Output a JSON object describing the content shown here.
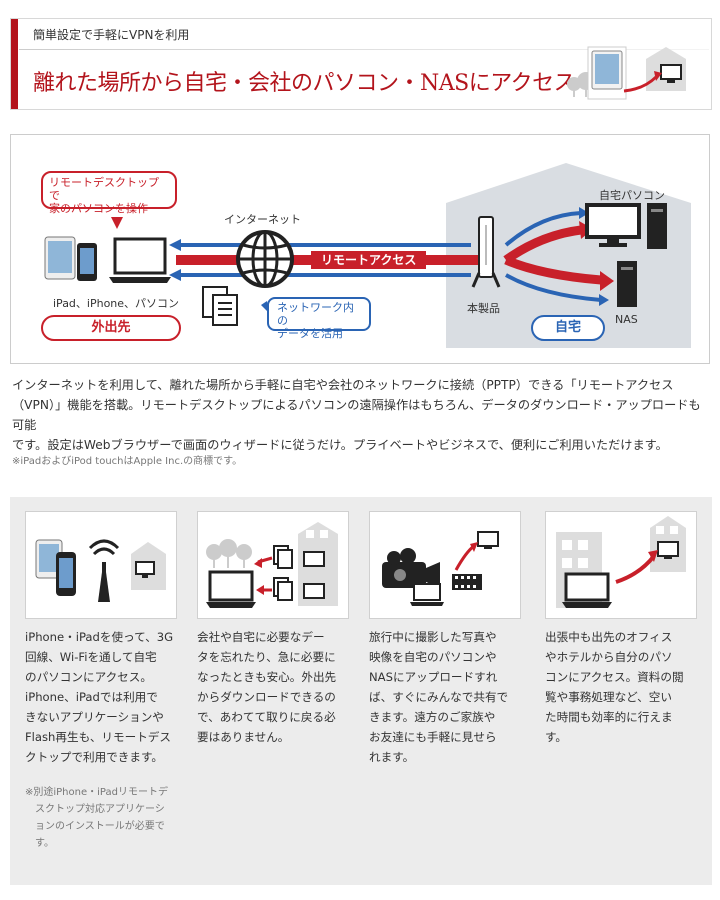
{
  "header": {
    "subtitle": "簡単設定で手軽にVPNを利用",
    "title": "離れた場所から自宅・会社のパソコン・NASにアクセス"
  },
  "diagram": {
    "callout_remote": "リモートデスクトップで\n家のパソコンを操作",
    "devices_label": "iPad、iPhone、パソコン",
    "outside_label": "外出先",
    "internet_label": "インターネット",
    "remote_access_label": "リモートアクセス",
    "network_callout": "ネットワーク内の\nデータを活用",
    "product_label": "本製品",
    "home_pc_label": "自宅パソコン",
    "nas_label": "NAS",
    "home_label": "自宅",
    "colors": {
      "red": "#c8202a",
      "blue": "#2a64b4"
    }
  },
  "description": {
    "line1": "インターネットを利用して、離れた場所から手軽に自宅や会社のネットワークに接続（PPTP）できる「リモートアクセス",
    "line2": "（VPN）」機能を搭載。リモートデスクトップによるパソコンの遠隔操作はもちろん、データのダウンロード・アップロードも可能",
    "line3": "です。設定はWebブラウザーで画面のウィザードに従うだけ。プライベートやビジネスで、便利にご利用いただけます。",
    "note": "※iPadおよびiPod touchはApple Inc.の商標です。"
  },
  "cards": [
    {
      "lines": [
        "iPhone・iPadを使って、3G",
        "回線、Wi-Fiを通して自宅",
        "のパソコンにアクセス。",
        "iPhone、iPadでは利用で",
        "きないアプリケーションや",
        "Flash再生も、リモートデス",
        "クトップで利用できます。"
      ],
      "note": [
        "※別途iPhone・iPadリモートデ",
        "スクトップ対応アプリケーシ",
        "ョンのインストールが必要で",
        "す。"
      ]
    },
    {
      "lines": [
        "会社や自宅に必要なデー",
        "タを忘れたり、急に必要に",
        "なったときも安心。外出先",
        "からダウンロードできるの",
        "で、あわてて取りに戻る必",
        "要はありません。"
      ]
    },
    {
      "lines": [
        "旅行中に撮影した写真や",
        "映像を自宅のパソコンや",
        "NASにアップロードすれ",
        "ば、すぐにみんなで共有で",
        "きます。遠方のご家族や",
        "お友達にも手軽に見せら",
        "れます。"
      ]
    },
    {
      "lines": [
        "出張中も出先のオフィス",
        "やホテルから自分のパソ",
        "コンにアクセス。資料の閲",
        "覧や事務処理など、空い",
        "た時間も効率的に行えま",
        "す。"
      ]
    }
  ]
}
